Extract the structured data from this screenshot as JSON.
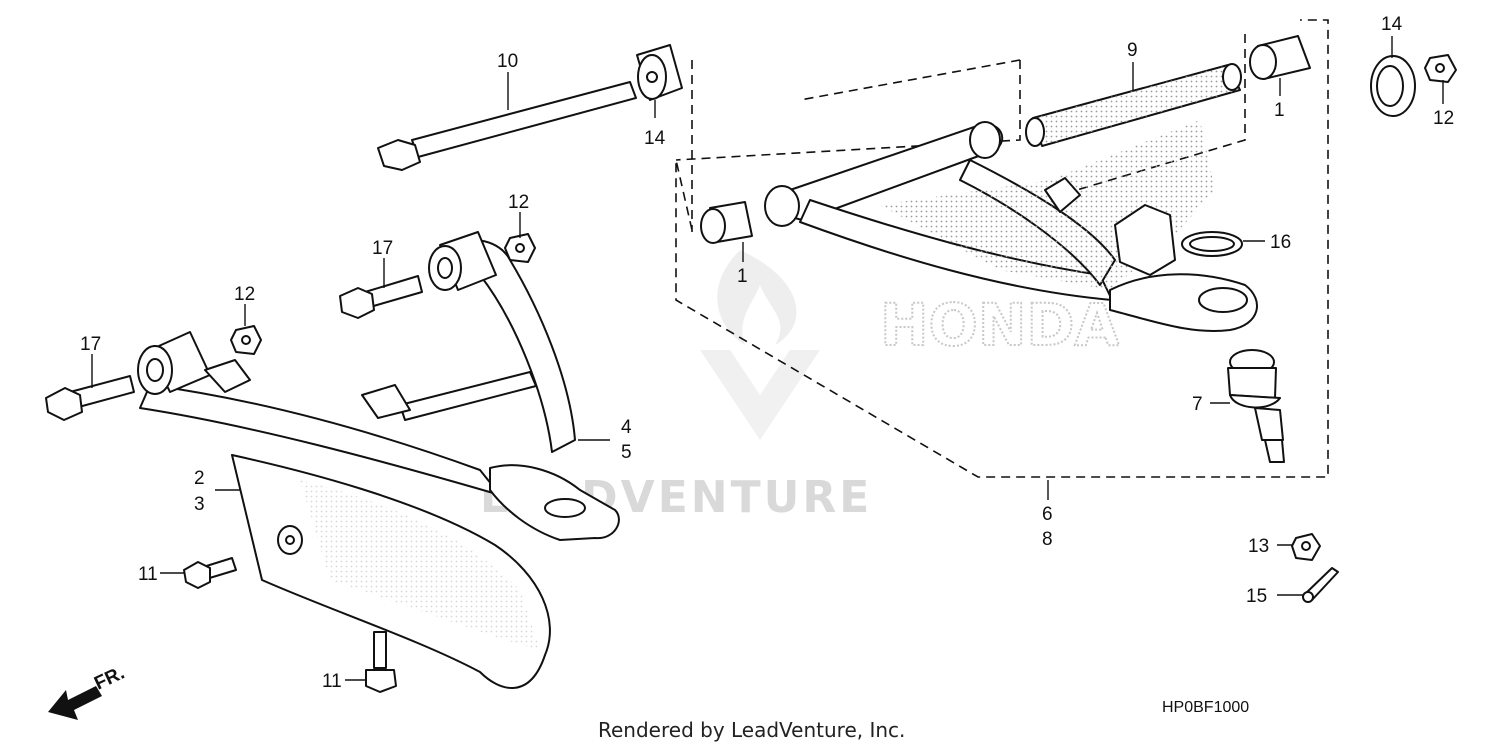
{
  "diagram": {
    "callouts": {
      "c1a": "1",
      "c1b": "1",
      "c2": "2",
      "c3": "3",
      "c4": "4",
      "c5": "5",
      "c6": "6",
      "c7": "7",
      "c8": "8",
      "c9": "9",
      "c10": "10",
      "c11a": "11",
      "c11b": "11",
      "c12a": "12",
      "c12b": "12",
      "c12c": "12",
      "c13": "13",
      "c14a": "14",
      "c14b": "14",
      "c15": "15",
      "c16": "16",
      "c17a": "17",
      "c17b": "17"
    },
    "direction_label": "FR.",
    "reference_code": "HP0BF1000",
    "watermark_brand": "HONDA",
    "watermark_text": "LEADVENTURE",
    "footer": "Rendered by LeadVenture, Inc."
  }
}
